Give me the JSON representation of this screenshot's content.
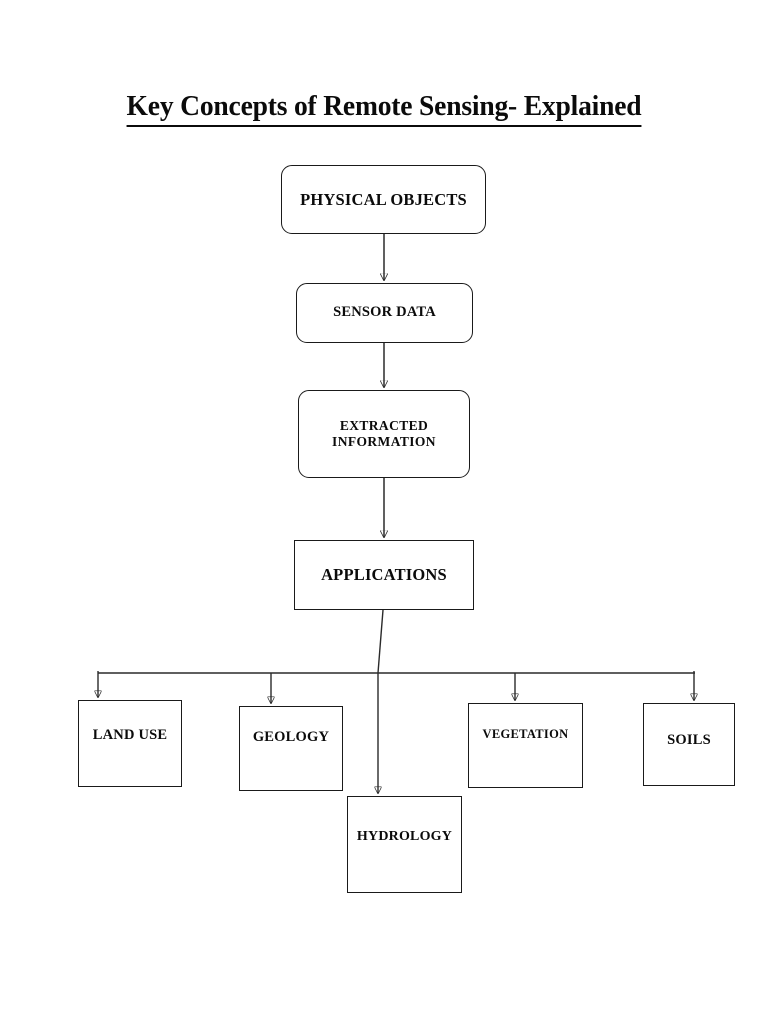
{
  "page": {
    "title": "Key Concepts of Remote Sensing- Explained",
    "background_color": "#ffffff",
    "ink_color": "#111111"
  },
  "diagram": {
    "type": "flowchart",
    "orientation": "top-down",
    "chain": [
      {
        "id": "physical-objects",
        "label": "PHYSICAL OBJECTS",
        "shape": "rounded-rectangle"
      },
      {
        "id": "sensor-data",
        "label": "SENSOR DATA",
        "shape": "rounded-rectangle"
      },
      {
        "id": "extracted-information",
        "label": "EXTRACTED\nINFORMATION",
        "shape": "rounded-rectangle"
      },
      {
        "id": "applications",
        "label": "APPLICATIONS",
        "shape": "rectangle"
      }
    ],
    "branches": [
      {
        "id": "land-use",
        "label": "LAND USE",
        "shape": "rectangle"
      },
      {
        "id": "geology",
        "label": "GEOLOGY",
        "shape": "rectangle"
      },
      {
        "id": "hydrology",
        "label": "HYDROLOGY",
        "shape": "rectangle"
      },
      {
        "id": "vegetation",
        "label": "VEGETATION",
        "shape": "rectangle"
      },
      {
        "id": "soils",
        "label": "SOILS",
        "shape": "rectangle"
      }
    ],
    "connectors": {
      "style": "straight-line-with-arrowhead",
      "arrowheads": "filled-triangle",
      "stroke_color": "#2a2a2a",
      "edges": [
        {
          "from": "physical-objects",
          "to": "sensor-data"
        },
        {
          "from": "sensor-data",
          "to": "extracted-information"
        },
        {
          "from": "extracted-information",
          "to": "applications"
        },
        {
          "from": "applications",
          "to": "land-use"
        },
        {
          "from": "applications",
          "to": "geology"
        },
        {
          "from": "applications",
          "to": "hydrology"
        },
        {
          "from": "applications",
          "to": "vegetation"
        },
        {
          "from": "applications",
          "to": "soils"
        }
      ]
    }
  }
}
